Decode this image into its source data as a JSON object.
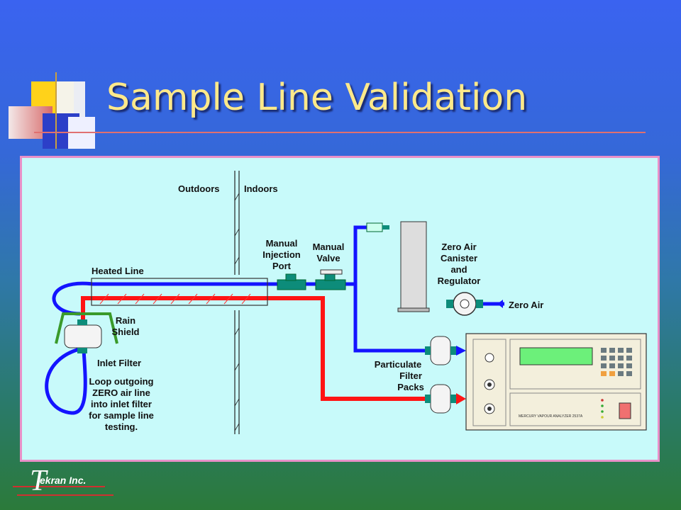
{
  "slide": {
    "title": "Sample Line Validation"
  },
  "diagram": {
    "labels": {
      "outdoors": "Outdoors",
      "indoors": "Indoors",
      "manual_injection_port": [
        "Manual",
        "Injection",
        "Port"
      ],
      "manual_valve": [
        "Manual",
        "Valve"
      ],
      "zero_air_canister": [
        "Zero Air",
        "Canister",
        "and",
        "Regulator"
      ],
      "zero_air": "Zero Air",
      "heated_line": "Heated Line",
      "rain_shield": [
        "Rain",
        "Shield"
      ],
      "inlet_filter": "Inlet Filter",
      "loop_note": [
        "Loop outgoing",
        "ZERO air line",
        "into inlet filter",
        "for sample line",
        "testing."
      ],
      "particulate_filter_packs": [
        "Particulate",
        "Filter",
        "Packs"
      ],
      "analyzer_label": "MERCURY VAPOUR ANALYZER 2537A"
    },
    "colors": {
      "blue_line": "#1414ff",
      "red_line": "#ff1414",
      "panel_bg": "#c8fafa",
      "teal_fitting": "#0d8c7a"
    }
  },
  "footer": {
    "logo_letter": "T",
    "logo_text": "ekran Inc."
  }
}
